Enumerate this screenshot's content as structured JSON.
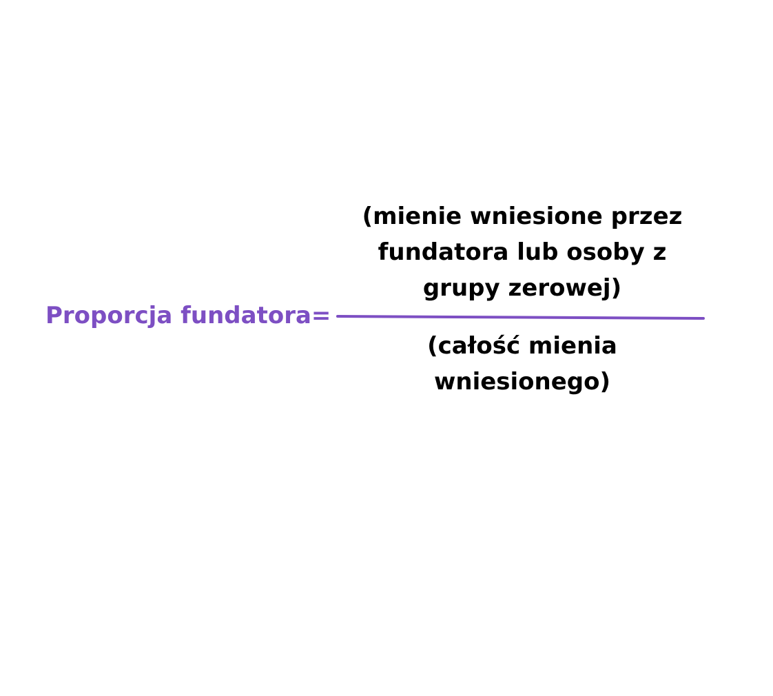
{
  "formula": {
    "lhs_label": "Proporcja fundatora=",
    "numerator_lines": [
      "(mienie wniesione przez",
      "fundatora lub osoby z",
      "grupy zerowej)"
    ],
    "denominator_lines": [
      "(całość mienia",
      "wniesionego)"
    ]
  },
  "colors": {
    "accent": "#7d4fc3",
    "text": "#000000",
    "background": "#ffffff"
  }
}
